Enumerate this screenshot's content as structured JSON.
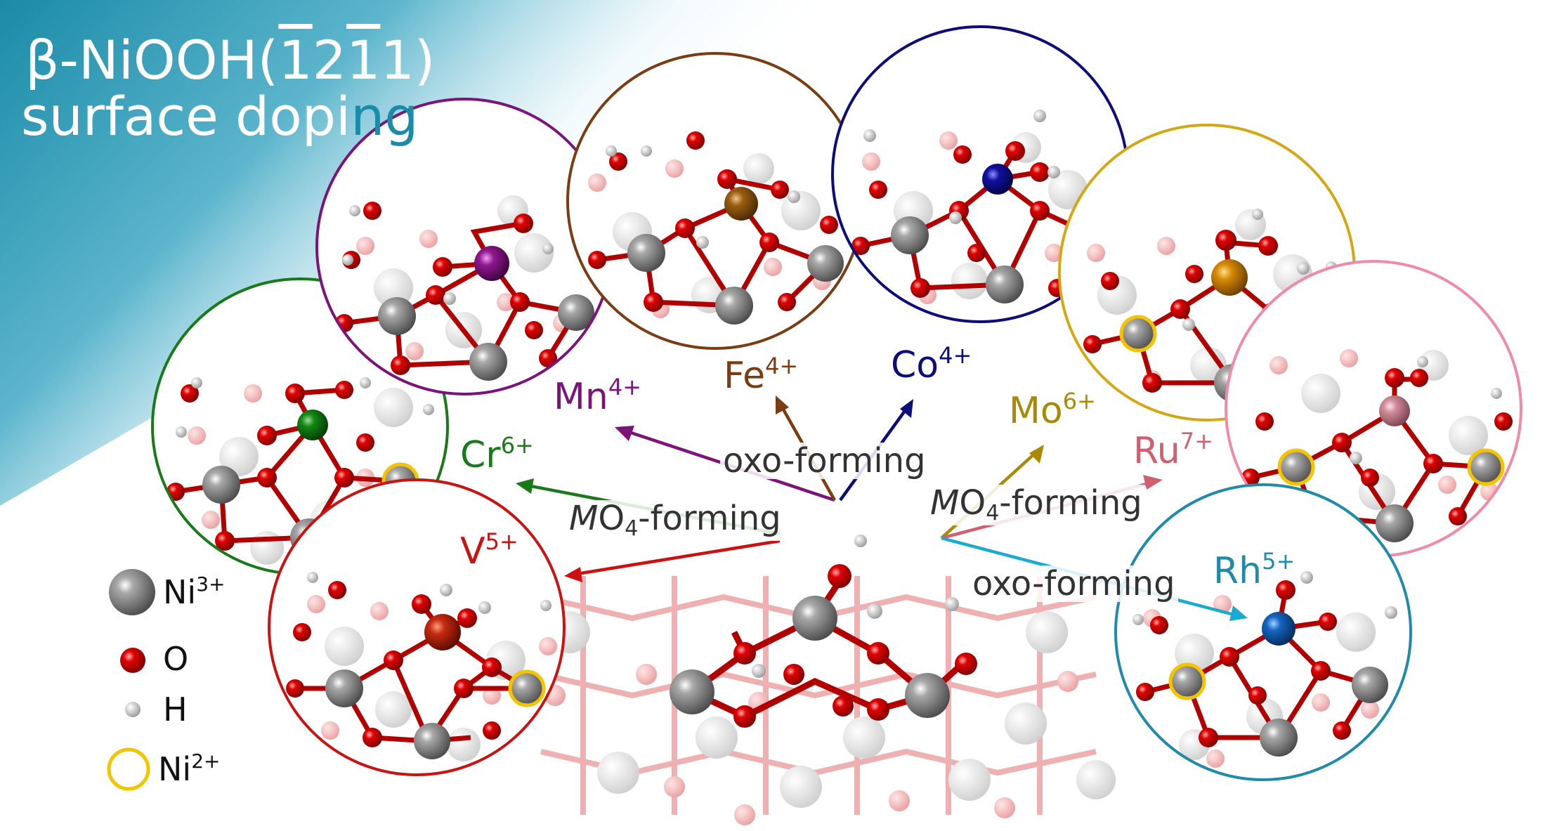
{
  "title": {
    "line1_prefix": "β-NiOOH(",
    "idx1": "1",
    "idx2": "2",
    "idx3": "1",
    "idx4": "1",
    "line1_suffix": ")",
    "line2_main": "surface dopi",
    "line2_tail": "ng"
  },
  "dopants": [
    {
      "symbol": "Cr",
      "charge": "6+",
      "color": "#1a7a1a"
    },
    {
      "symbol": "Mn",
      "charge": "4+",
      "color": "#7b137b"
    },
    {
      "symbol": "Fe",
      "charge": "4+",
      "color": "#7a3c10"
    },
    {
      "symbol": "Co",
      "charge": "4+",
      "color": "#0c0c7a"
    },
    {
      "symbol": "Mo",
      "charge": "6+",
      "color": "#a88a05"
    },
    {
      "symbol": "Ru",
      "charge": "7+",
      "color": "#d06070"
    },
    {
      "symbol": "Rh",
      "charge": "5+",
      "color": "#1f8aaa"
    },
    {
      "symbol": "V",
      "charge": "5+",
      "color": "#cc1111"
    }
  ],
  "annotations": {
    "oxo_top": "oxo-forming",
    "mo4_left_m": "M",
    "mo4_left_o": "O",
    "mo4_left_sub": "4",
    "mo4_left_rest": "-forming",
    "mo4_right_m": "M",
    "mo4_right_o": "O",
    "mo4_right_sub": "4",
    "mo4_right_rest": "-forming",
    "oxo_bottom": "oxo-forming"
  },
  "legend": {
    "ni3_label": "Ni",
    "ni3_charge": "3+",
    "o_label": "O",
    "h_label": "H",
    "ni2_label": "Ni",
    "ni2_charge": "2+"
  },
  "colors": {
    "ni_gray": "#7a7a7a",
    "oxygen_red": "#cc0000",
    "hydrogen": "#dddddd",
    "ni2_ring": "#f5c400",
    "banner_teal": "#1a8ba8"
  }
}
